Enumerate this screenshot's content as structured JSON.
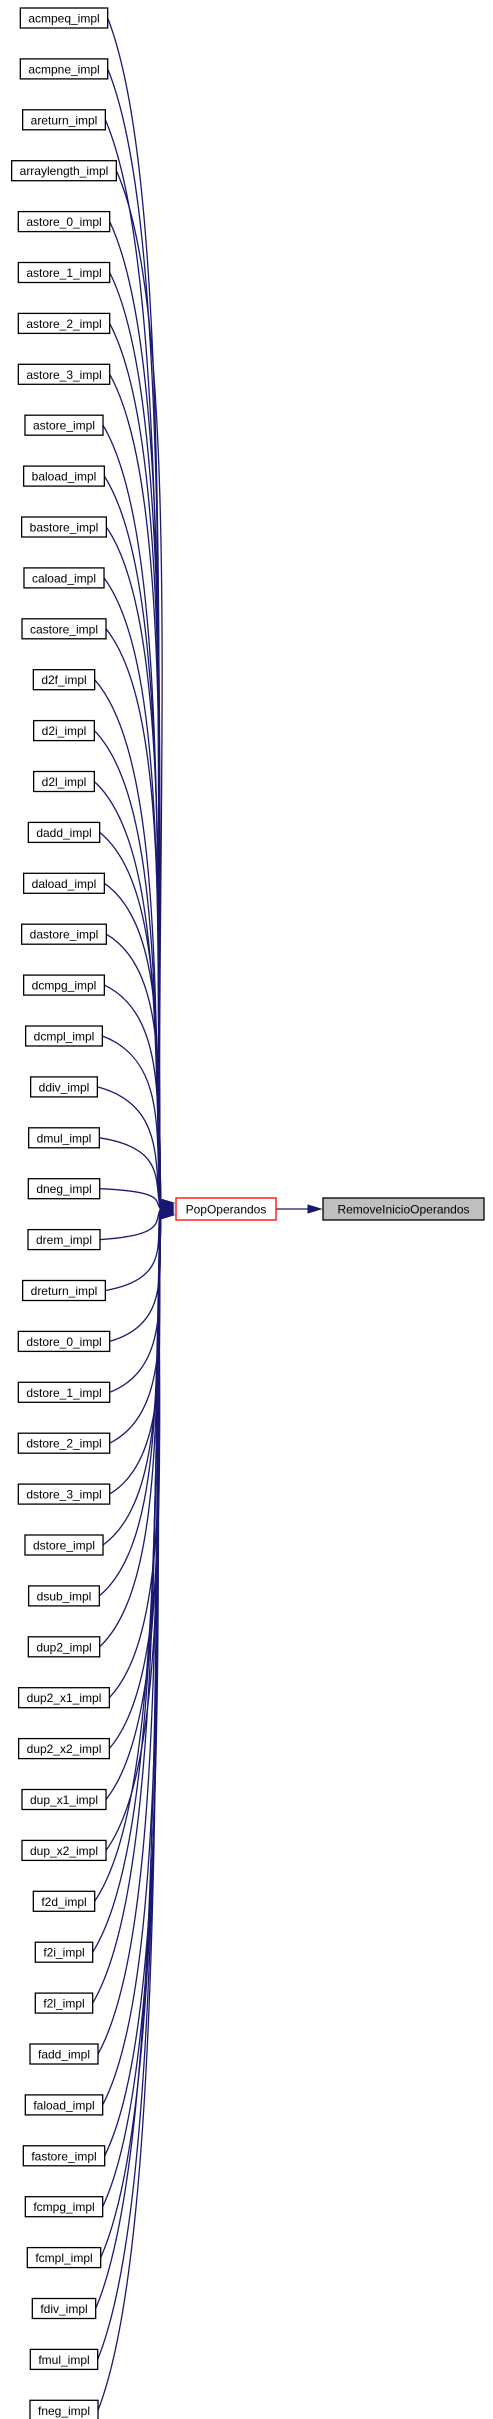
{
  "diagram": {
    "type": "call-graph",
    "edge_color": "#191970",
    "focus_border_color": "#ff0000",
    "target_fill_color": "#bfbfbf",
    "callers": [
      "acmpeq_impl",
      "acmpne_impl",
      "areturn_impl",
      "arraylength_impl",
      "astore_0_impl",
      "astore_1_impl",
      "astore_2_impl",
      "astore_3_impl",
      "astore_impl",
      "baload_impl",
      "bastore_impl",
      "caload_impl",
      "castore_impl",
      "d2f_impl",
      "d2i_impl",
      "d2l_impl",
      "dadd_impl",
      "daload_impl",
      "dastore_impl",
      "dcmpg_impl",
      "dcmpl_impl",
      "ddiv_impl",
      "dmul_impl",
      "dneg_impl",
      "drem_impl",
      "dreturn_impl",
      "dstore_0_impl",
      "dstore_1_impl",
      "dstore_2_impl",
      "dstore_3_impl",
      "dstore_impl",
      "dsub_impl",
      "dup2_impl",
      "dup2_x1_impl",
      "dup2_x2_impl",
      "dup_x1_impl",
      "dup_x2_impl",
      "f2d_impl",
      "f2i_impl",
      "f2l_impl",
      "fadd_impl",
      "faload_impl",
      "fastore_impl",
      "fcmpg_impl",
      "fcmpl_impl",
      "fdiv_impl",
      "fmul_impl",
      "fneg_impl"
    ],
    "focus_node": "PopOperandos",
    "target_node": "RemoveInicioOperandos"
  }
}
